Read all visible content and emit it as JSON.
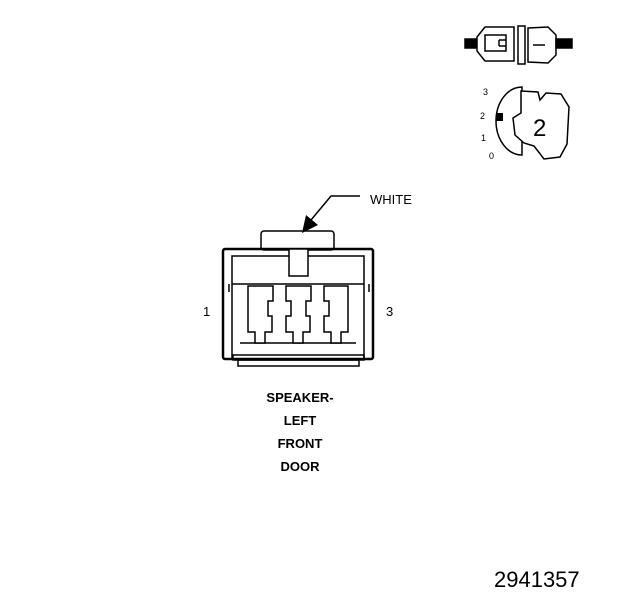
{
  "wire_color": "WHITE",
  "pins": {
    "left": "1",
    "right": "3"
  },
  "caption": {
    "line1": "SPEAKER-",
    "line2": "LEFT",
    "line3": "FRONT",
    "line4": "DOOR"
  },
  "orientation": {
    "tick3": "3",
    "tick2": "2",
    "tick1": "1",
    "tick0": "0",
    "position": "2"
  },
  "figure_number": "2941357"
}
